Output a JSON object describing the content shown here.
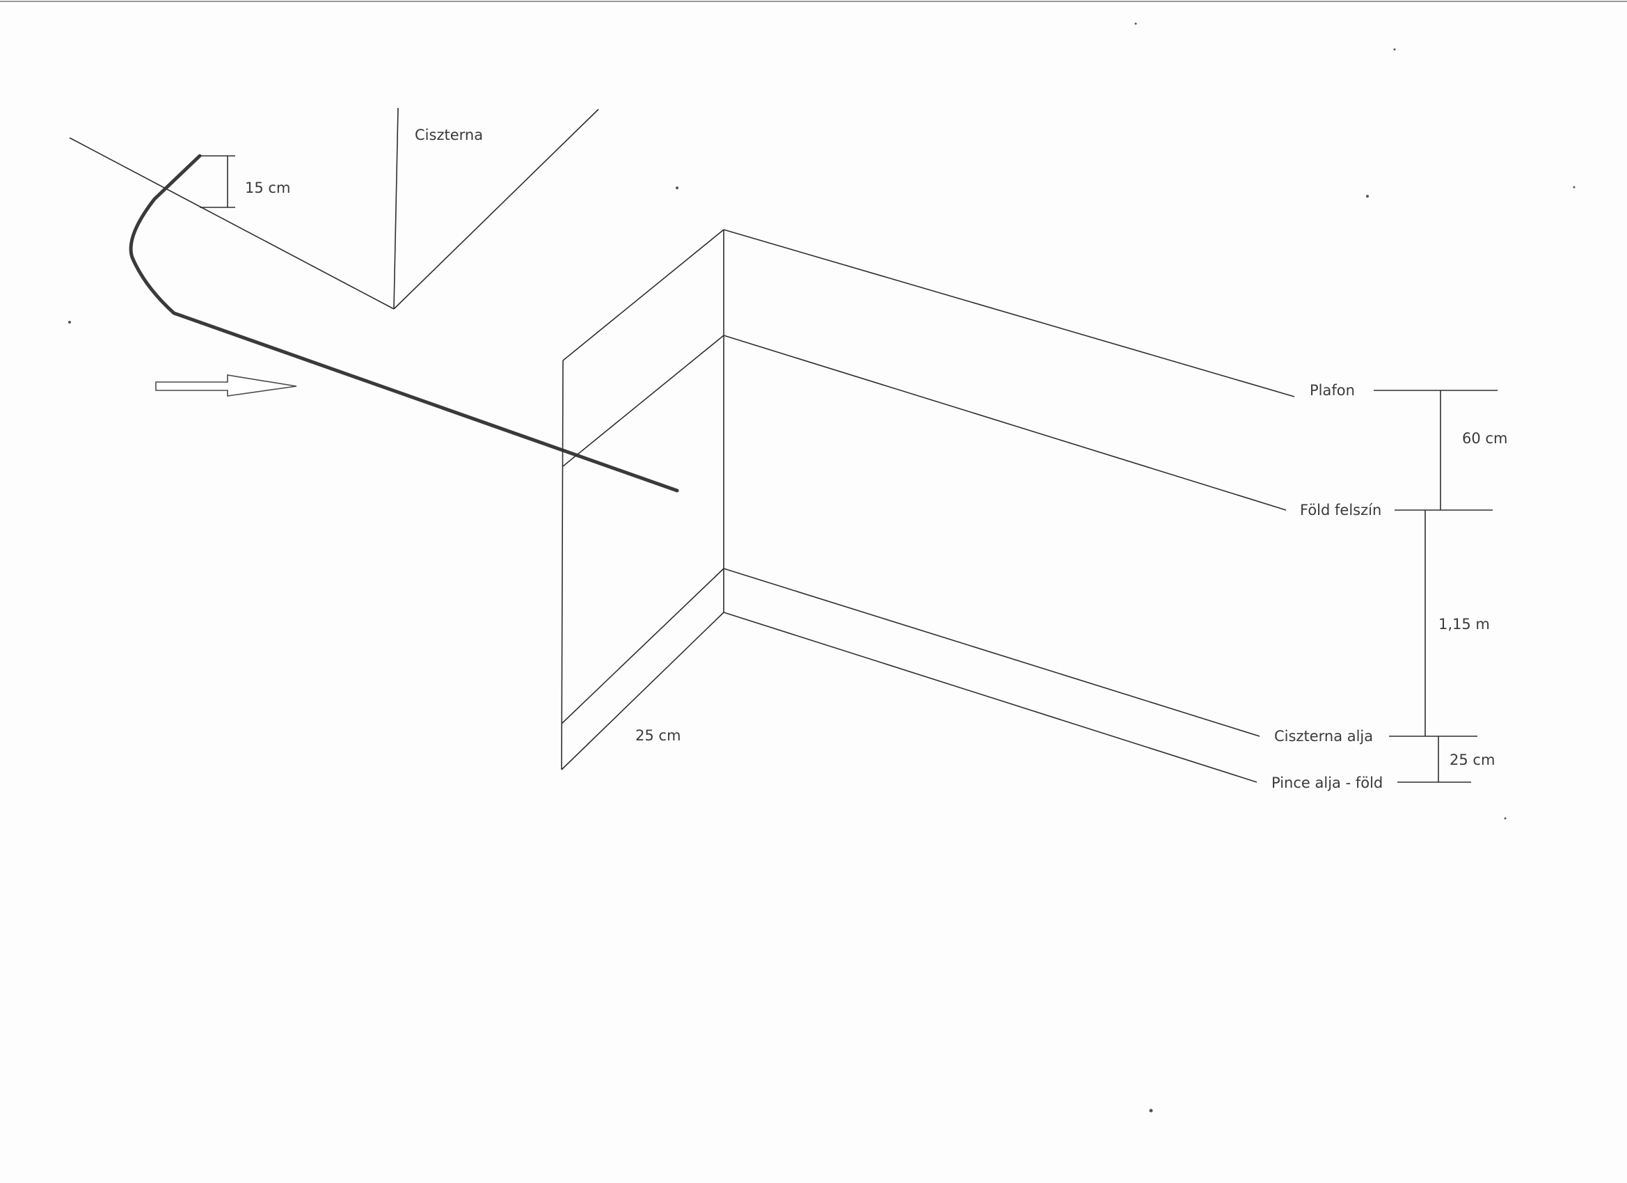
{
  "labels": {
    "tank": "Ciszterna",
    "pipe_height": "15 cm",
    "ceiling": "Plafon",
    "ceiling_to_ground": "60 cm",
    "ground_surface": "Föld felszín",
    "ground_to_tank_bottom": "1,15 m",
    "tank_bottom": "Ciszterna alja",
    "tank_bottom_to_cellar_floor": "25 cm",
    "cellar_floor": "Pince alja - föld",
    "wall_base_offset": "25 cm"
  },
  "icons": {
    "flow_direction": "arrow-right-icon"
  },
  "colors": {
    "line": "#2e2e2e",
    "text": "#3a3a3a",
    "background": "#fdfdfd"
  }
}
